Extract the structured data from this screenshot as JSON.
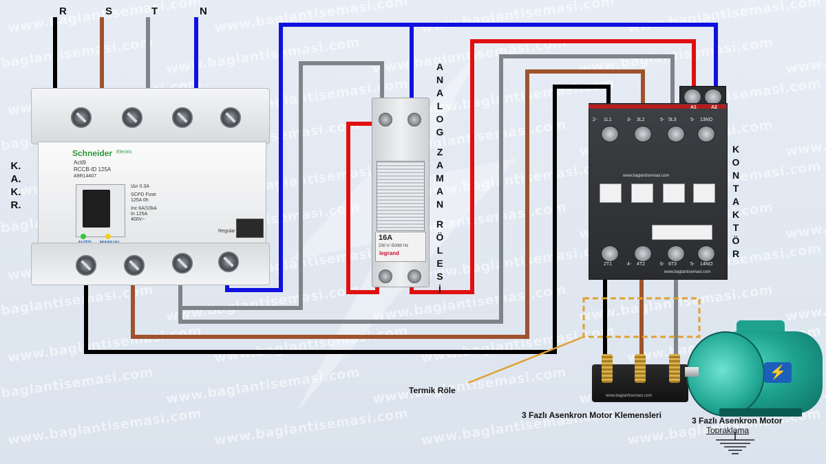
{
  "phases": {
    "r": "R",
    "s": "S",
    "t": "T",
    "n": "N"
  },
  "rccb": {
    "side_label": [
      "K.",
      "A.",
      "K.",
      "R."
    ],
    "brand": "Schneider",
    "subbrand": "Electric",
    "series": "Acti9",
    "model": "RCCB-ID 125A",
    "part": "A9R14407",
    "spec_idn": "IΔn 0.3A",
    "spec_fuse": "SCPD Fuse",
    "spec_fuse2": "125A 0h",
    "spec_inc": "Inc 6A/10kA",
    "spec_in": "In 125A",
    "spec_volt": "400V~",
    "auto_label": "AUTO",
    "manual_label": "MANUAL",
    "regular_label": "Regular test"
  },
  "timer": {
    "vertical_label": [
      "A",
      "N",
      "A",
      "L",
      "O",
      "G",
      "",
      "Z",
      "A",
      "M",
      "A",
      "N",
      "",
      "R",
      "Ö",
      "L",
      "E",
      "S",
      "İ"
    ],
    "rating": "16A",
    "voltage": "230 V~50/60 Hz",
    "brand": "legrand"
  },
  "contactor": {
    "vertical_label": [
      "K",
      "O",
      "N",
      "T",
      "A",
      "K",
      "T",
      "Ö",
      "R"
    ],
    "coil_a1": "A1",
    "coil_a2": "A2",
    "top_terms": [
      "1L1",
      "3L2",
      "5L3",
      "13NO"
    ],
    "top_nums": [
      "2-",
      "3-",
      "5-",
      "5-"
    ],
    "bottom_terms": [
      "2T1",
      "4T2",
      "6T3",
      "14NO"
    ],
    "bottom_nums": [
      "",
      "4-",
      "6-",
      "5-"
    ],
    "website": "www.baglantisemasi.com"
  },
  "captions": {
    "termik": "Termik Röle",
    "klemens": "3 Fazlı Asenkron Motor Klemensleri",
    "motor": "3 Fazlı Asenkron Motor",
    "topraklama": "Topraklama"
  },
  "klemens_website": "www.baglantisemasi.com",
  "watermark": "www.baglantisemasi.com",
  "wire_colors": {
    "black": "#000000",
    "brown": "#a0522d",
    "grey": "#7f8488",
    "blue": "#1010e0",
    "red": "#e01010",
    "termik_dash": "#e0a030"
  }
}
